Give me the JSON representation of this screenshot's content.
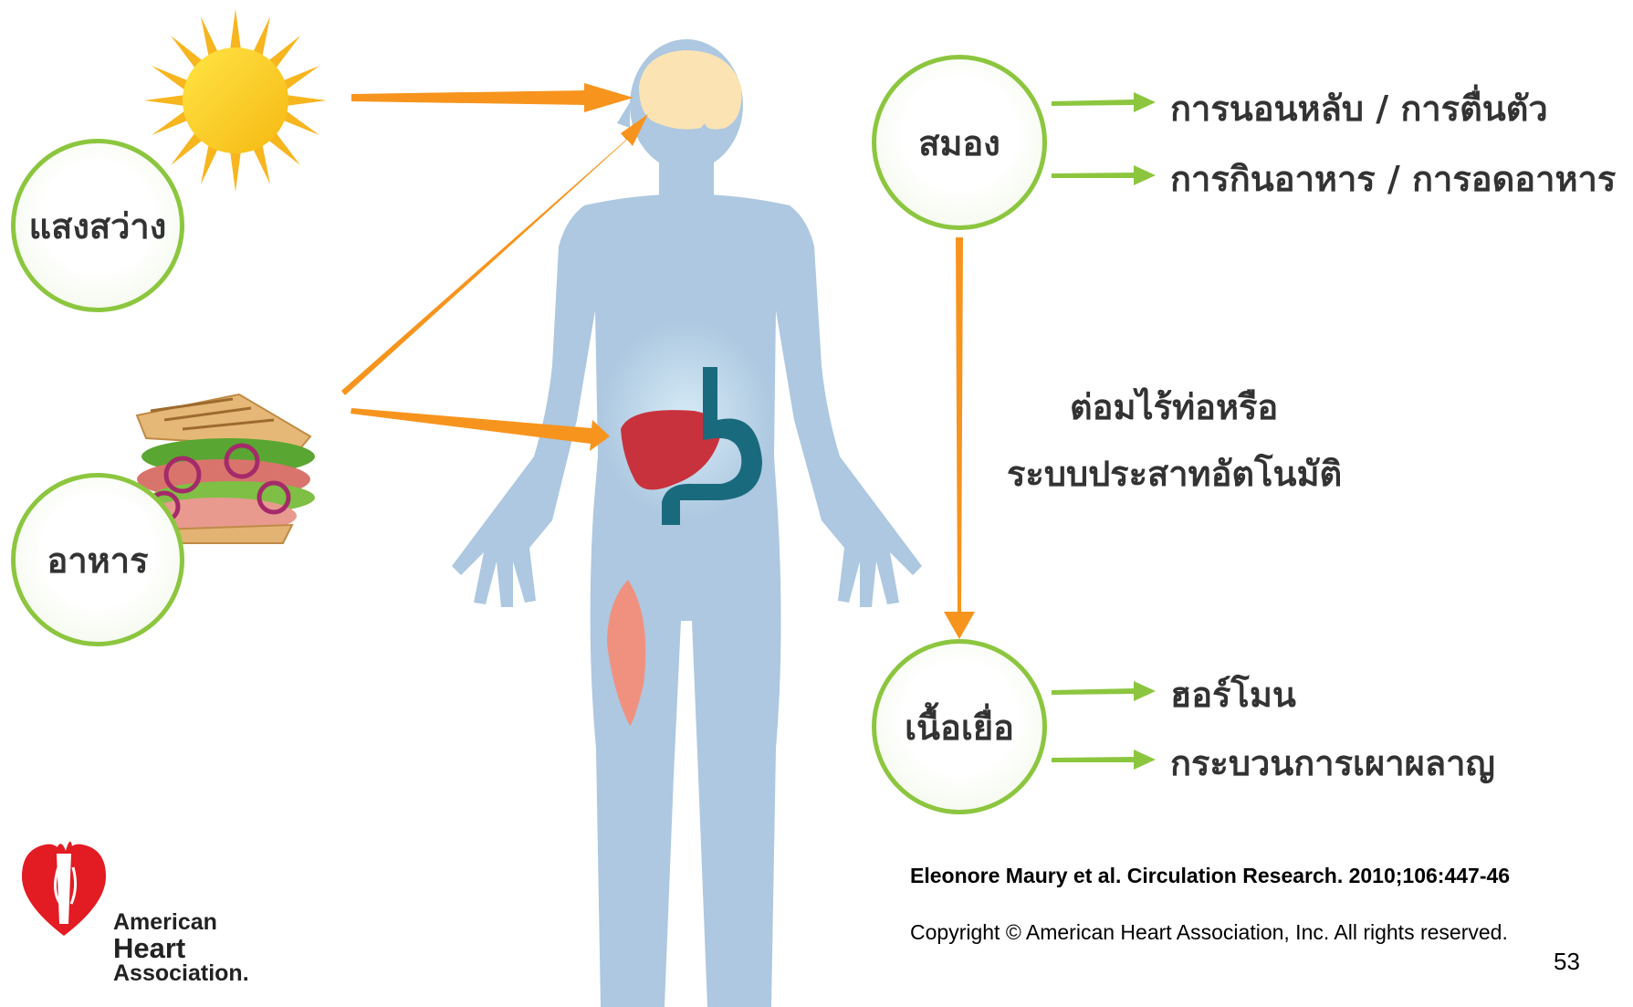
{
  "inputs": {
    "light": "แสงสว่าง",
    "food": "อาหาร"
  },
  "nodes": {
    "brain": "สมอง",
    "tissue": "เนื้อเยื่อ"
  },
  "brain_outputs": [
    "การนอนหลับ / การตื่นตัว",
    "การกินอาหาร / การอดอาหาร"
  ],
  "tissue_outputs": [
    "ฮอร์โมน",
    "กระบวนการเผาผลาญ"
  ],
  "pathway": {
    "line1": "ต่อมไร้ท่อหรือ",
    "line2": "ระบบประสาทอัตโนมัติ"
  },
  "citation": "Eleonore Maury et al. Circulation Research. 2010;106:447-46",
  "copyright": "Copyright © American Heart Association, Inc. All rights reserved.",
  "slide_number": "53",
  "logo": {
    "line1": "American",
    "line2": "Heart",
    "line3": "Association."
  },
  "colors": {
    "input_arrow": "#f7941d",
    "output_arrow": "#8cc63f",
    "circle_border": "#8cc63f",
    "body": "#adc8e0",
    "brain": "#fbe3b4",
    "liver": "#c8323c",
    "stomach": "#1a6a7e",
    "muscle": "#f0917f",
    "sun": "#f7c11b",
    "logo_red": "#e31b23"
  }
}
